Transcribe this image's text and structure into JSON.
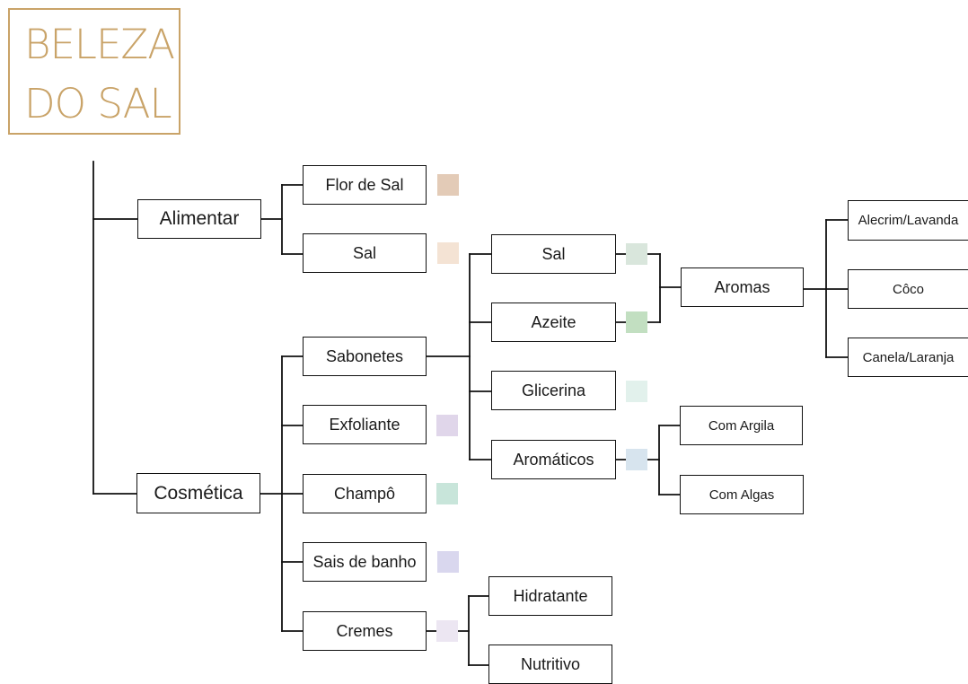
{
  "logo": {
    "line1": "BELEZA",
    "line2": "DO SAL"
  },
  "nodes": {
    "alimentar": "Alimentar",
    "cosmetica": "Cosmética",
    "flor_de_sal": "Flor de Sal",
    "sal_alimentar": "Sal",
    "sabonetes": "Sabonetes",
    "exfoliante": "Exfoliante",
    "champo": "Champô",
    "sais_de_banho": "Sais de banho",
    "cremes": "Cremes",
    "sal_sabonete": "Sal",
    "azeite": "Azeite",
    "glicerina": "Glicerina",
    "aromaticos": "Aromáticos",
    "aromas": "Aromas",
    "alecrim_lavanda": "Alecrim/Lavanda",
    "coco": "Côco",
    "canela_laranja": "Canela/Laranja",
    "com_argila": "Com Argila",
    "com_algas": "Com Algas",
    "hidratante": "Hidratante",
    "nutritivo": "Nutritivo"
  },
  "swatch_colors": {
    "flor_de_sal": "#e3cbb7",
    "sal_alimentar": "#f4e3d4",
    "sal_sabonete": "#d9e6dc",
    "azeite": "#c2dfc1",
    "glicerina": "#e2f1ec",
    "aromaticos": "#d7e4ee",
    "exfoliante": "#e0d6ea",
    "champo": "#c8e5da",
    "sais_de_banho": "#d9d7ee",
    "cremes": "#ece6f2"
  }
}
